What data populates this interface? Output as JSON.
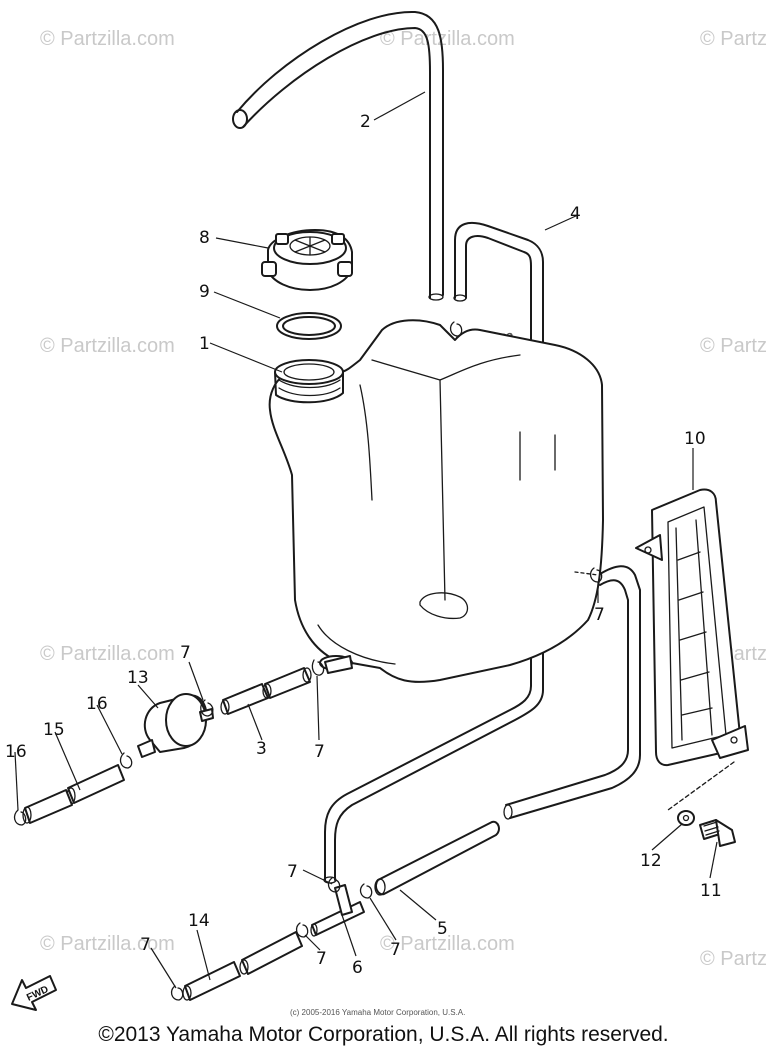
{
  "watermark_text": "© Partzilla.com",
  "fine_print": "(c) 2005-2016 Yamaha Motor Corporation, U.S.A.",
  "copyright": "©2013 Yamaha Motor Corporation, U.S.A. All rights reserved.",
  "fwd_label": "FWD",
  "callouts": {
    "c1": "1",
    "c2": "2",
    "c3": "3",
    "c4": "4",
    "c5": "5",
    "c6": "6",
    "c7a": "7",
    "c7b": "7",
    "c7c": "7",
    "c7d": "7",
    "c7e": "7",
    "c7f": "7",
    "c7g": "7",
    "c8": "8",
    "c9": "9",
    "c10": "10",
    "c11": "11",
    "c12": "12",
    "c13": "13",
    "c14": "14",
    "c15": "15",
    "c16a": "16",
    "c16b": "16"
  },
  "colors": {
    "line": "#1a1a1a",
    "watermark": "#c9c9c9",
    "background": "#ffffff"
  }
}
